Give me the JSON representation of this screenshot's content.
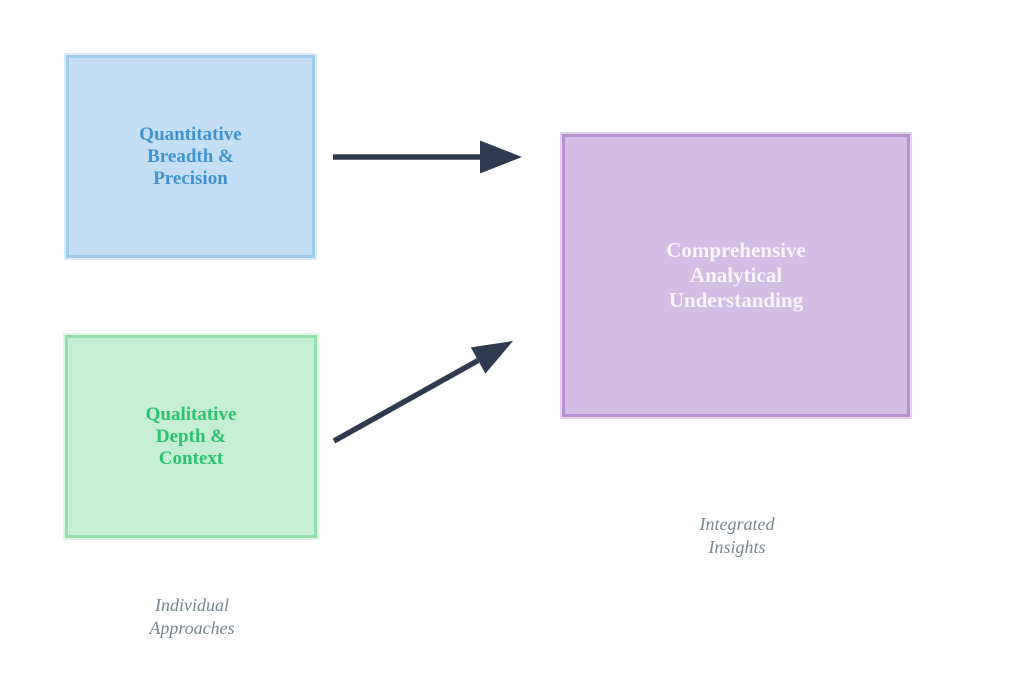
{
  "diagram": {
    "background": "#ffffff",
    "nodes": [
      {
        "id": "quantitative",
        "label": "Quantitative\nBreadth &\nPrecision",
        "fill": "#c5def3",
        "border_color": "#9fcbec",
        "text_color": "#3e93d3"
      },
      {
        "id": "qualitative",
        "label": "Qualitative\nDepth &\nContext",
        "fill": "#c5eed3",
        "border_color": "#93dfac",
        "text_color": "#2cc26e"
      },
      {
        "id": "integration",
        "label": "Comprehensive\nAnalytical\nUnderstanding",
        "fill": "#d3bde4",
        "border_color": "#b791d2",
        "text_color": "#f8f5fb"
      }
    ],
    "edges": [
      {
        "from": "quantitative",
        "to": "integration",
        "style": "straight-horizontal",
        "color": "#2e3b4e"
      },
      {
        "from": "qualitative",
        "to": "integration",
        "style": "diagonal-up",
        "color": "#2e3b4e"
      }
    ],
    "captions": [
      {
        "id": "individual-approaches",
        "label": "Individual\nApproaches",
        "color": "#77868e"
      },
      {
        "id": "integrated-insights",
        "label": "Integrated\nInsights",
        "color": "#77868e"
      }
    ]
  }
}
